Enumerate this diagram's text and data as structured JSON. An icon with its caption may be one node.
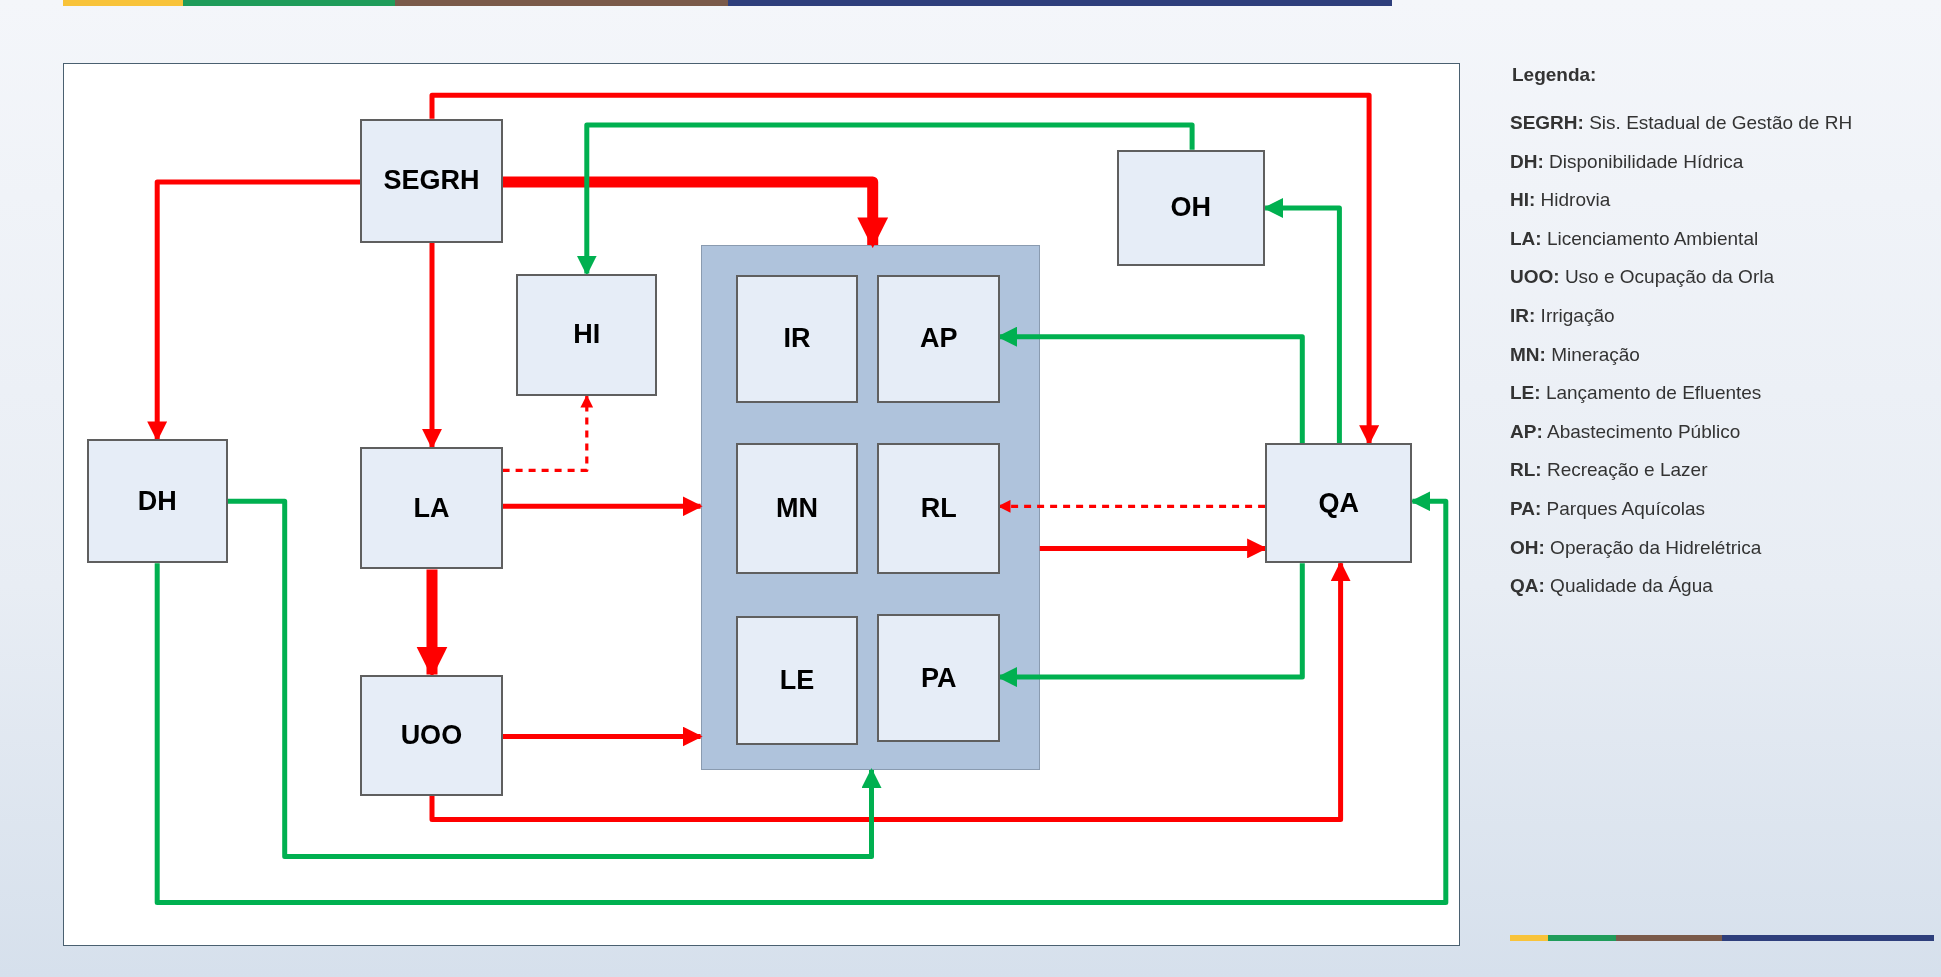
{
  "diagram": {
    "nodes": [
      {
        "text": [
          "SEGRH"
        ]
      },
      {
        "text": [
          "OH"
        ]
      },
      {
        "text": [
          "HI"
        ]
      },
      {
        "text": [
          "DH"
        ]
      },
      {
        "text": [
          "LA"
        ]
      },
      {
        "text": [],
        "shape": "box"
      },
      {
        "text": [
          "IR"
        ],
        "in": 5
      },
      {
        "text": [
          "AP"
        ],
        "in": 5
      },
      {
        "text": [
          "MN"
        ],
        "in": 5
      },
      {
        "text": [
          "RL"
        ],
        "in": 5
      },
      {
        "text": [
          "LE"
        ],
        "in": 5
      },
      {
        "text": [
          "PA"
        ],
        "in": 5
      },
      {
        "text": [
          "QA"
        ]
      },
      {
        "text": [
          "UOO"
        ]
      }
    ],
    "edges": [
      {
        "from": 0,
        "to": 3,
        "arrow": "to"
      },
      {
        "from": 0,
        "to": 4,
        "arrow": "to"
      },
      {
        "from": 0,
        "to": 5,
        "arrow": "to",
        "style": "thick"
      },
      {
        "from": 0,
        "to": 12,
        "arrow": "to"
      },
      {
        "from": 1,
        "to": 2,
        "arrow": "to",
        "color": "#00b050"
      },
      {
        "from": 4,
        "to": 2,
        "arrow": "to",
        "style": "dashed"
      },
      {
        "from": 4,
        "to": 5,
        "arrow": "to"
      },
      {
        "from": 4,
        "to": 13,
        "arrow": "to",
        "style": "thick"
      },
      {
        "from": 13,
        "to": 5,
        "arrow": "to"
      },
      {
        "from": 13,
        "to": 12,
        "arrow": "to"
      },
      {
        "from": 3,
        "to": 5,
        "arrow": "to",
        "color": "#00b050"
      },
      {
        "from": 3,
        "to": 12,
        "arrow": "to",
        "color": "#00b050"
      },
      {
        "from": 12,
        "to": 7,
        "arrow": "to",
        "color": "#00b050"
      },
      {
        "from": 12,
        "to": 1,
        "arrow": "to",
        "color": "#00b050"
      },
      {
        "from": 12,
        "to": 9,
        "arrow": "to",
        "style": "dashed"
      },
      {
        "from": 5,
        "to": 12,
        "arrow": "to"
      },
      {
        "from": 12,
        "to": 11,
        "arrow": "to",
        "color": "#00b050"
      }
    ],
    "labels": [
      "Legenda:",
      "**SEGRH:** Sis. Estadual de Gestão de RH",
      "**DH:** Disponibilidade Hídrica",
      "**HI:** Hidrovia",
      "**LA:** Licenciamento Ambiental",
      "**UOO:** Uso e Ocupação da Orla",
      "**IR:** Irrigação",
      "**MN:** Mineração",
      "**LE:** Lançamento de Efluentes",
      "**AP:** Abastecimento Público",
      "**RL:** Recreação e Lazer",
      "**PA:** Parques Aquícolas",
      "**OH:** Operação da Hidrelétrica",
      "**QA:** Qualidade da Água"
    ]
  }
}
